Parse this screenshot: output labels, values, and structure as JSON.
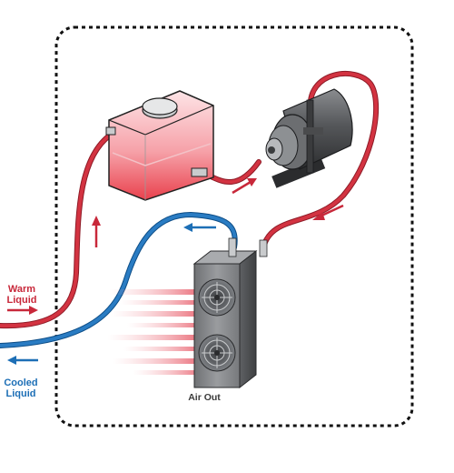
{
  "labels": {
    "warm_line1": "Warm",
    "warm_line2": "Liquid",
    "cooled_line1": "Cooled",
    "cooled_line2": "Liquid",
    "air_out": "Air Out"
  },
  "colors": {
    "warm": "#c8283a",
    "cool": "#1d6fb6",
    "boundary": "#111111",
    "radiator": "#8f9193",
    "pump": "#4d4f52",
    "reservoir_fill": "#ee4a55",
    "tube_connector": "#c9cbcd"
  },
  "icons": [
    "warm-flow-arrow",
    "cool-flow-arrow",
    "fan-icon",
    "reservoir-icon",
    "pump-icon",
    "radiator-icon"
  ]
}
